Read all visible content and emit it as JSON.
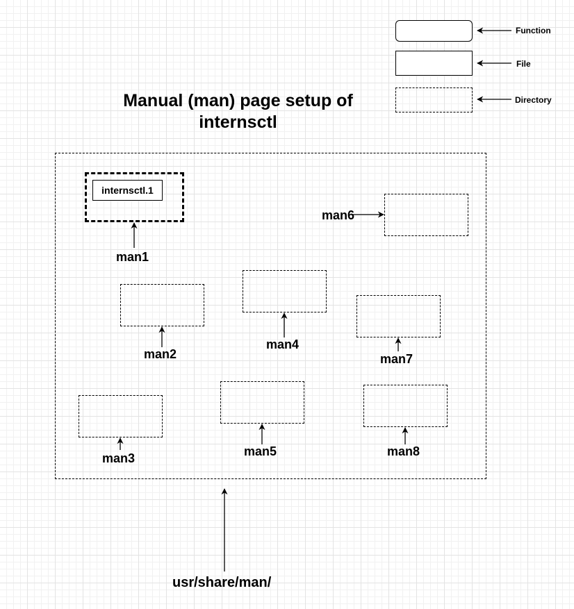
{
  "title": "Manual (man) page setup of internsctl",
  "legend": {
    "function": "Function",
    "file": "File",
    "directory": "Directory"
  },
  "root_dir": "usr/share/man/",
  "file_name": "internsctl.1",
  "sections": {
    "man1": "man1",
    "man2": "man2",
    "man3": "man3",
    "man4": "man4",
    "man5": "man5",
    "man6": "man6",
    "man7": "man7",
    "man8": "man8"
  }
}
